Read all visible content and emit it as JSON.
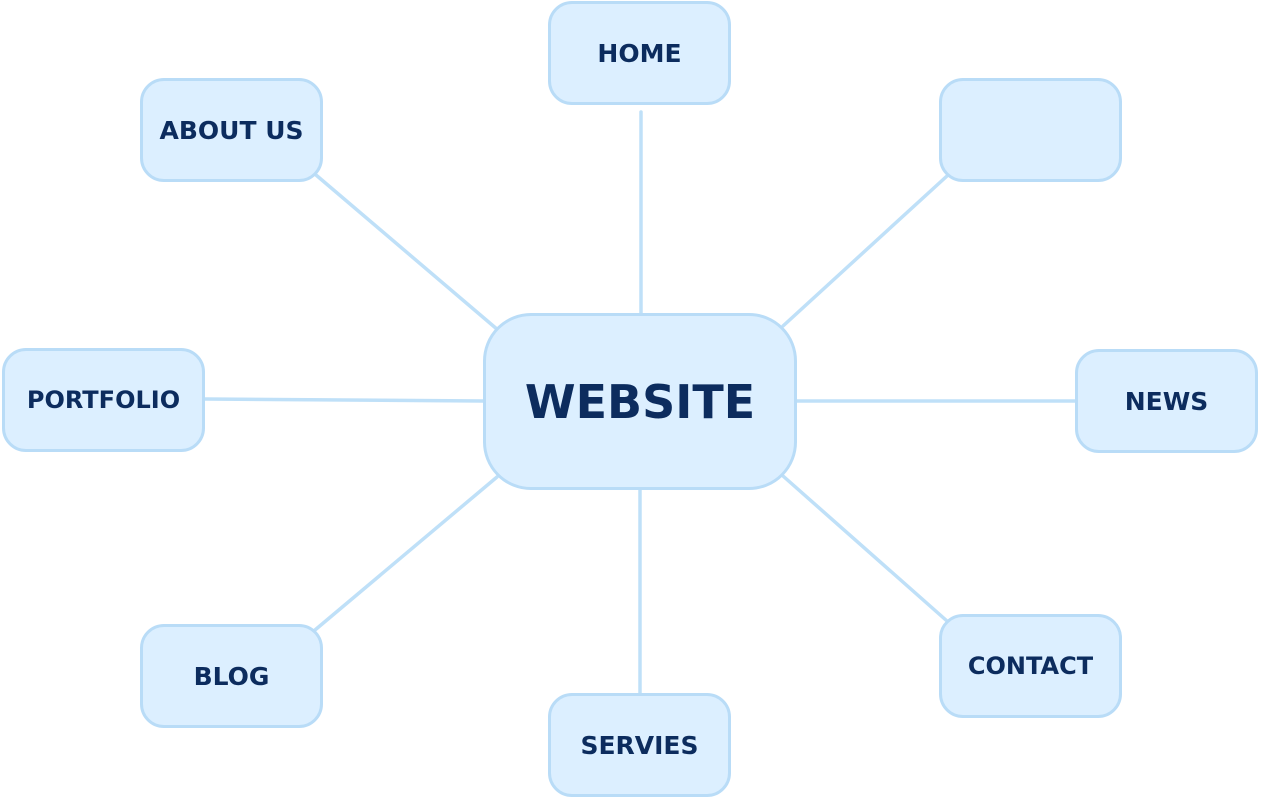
{
  "diagram": {
    "center": {
      "label": "WEBSITE"
    },
    "nodes": {
      "home": "HOME",
      "about": "ABOUT US",
      "empty": "",
      "portfolio": "PORTFOLIO",
      "news": "NEWS",
      "blog": "BLOG",
      "contact": "CONTACT",
      "servies": "SERVIES"
    },
    "colors": {
      "node_fill": "#dcefff",
      "node_border": "#b9dcf7",
      "connector": "#bfe0f8",
      "text": "#0c2c5e",
      "background": "#ffffff"
    }
  }
}
